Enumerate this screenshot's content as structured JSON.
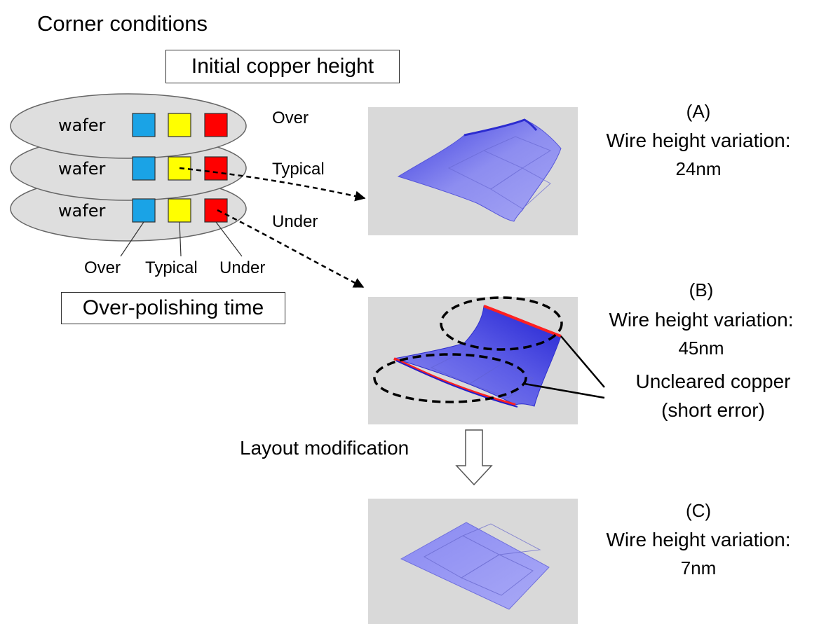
{
  "title": "Corner conditions",
  "initial_copper_label": "Initial copper height",
  "over_polishing_label": "Over-polishing time",
  "wafers": [
    {
      "label": "wafer",
      "row_label": "Over"
    },
    {
      "label": "wafer",
      "row_label": "Typical"
    },
    {
      "label": "wafer",
      "row_label": "Under"
    }
  ],
  "squares": [
    {
      "label": "Over",
      "color": "#1aa3e6"
    },
    {
      "label": "Typical",
      "color": "#ffff00"
    },
    {
      "label": "Under",
      "color": "#ff0000"
    }
  ],
  "layout_modification_label": "Layout modification",
  "results": [
    {
      "id": "(A)",
      "caption": "Wire height variation:",
      "value": "24nm"
    },
    {
      "id": "(B)",
      "caption": "Wire height variation:",
      "value": "45nm"
    },
    {
      "id": "(C)",
      "caption": "Wire height variation:",
      "value": "7nm"
    }
  ],
  "uncleared_label_1": "Uncleared copper",
  "uncleared_label_2": "(short error)",
  "colors": {
    "panel_bg": "#d9d9d9",
    "surface": "#7b7bea",
    "surface_dark": "#3434d8",
    "edge_red": "#ff2020"
  }
}
